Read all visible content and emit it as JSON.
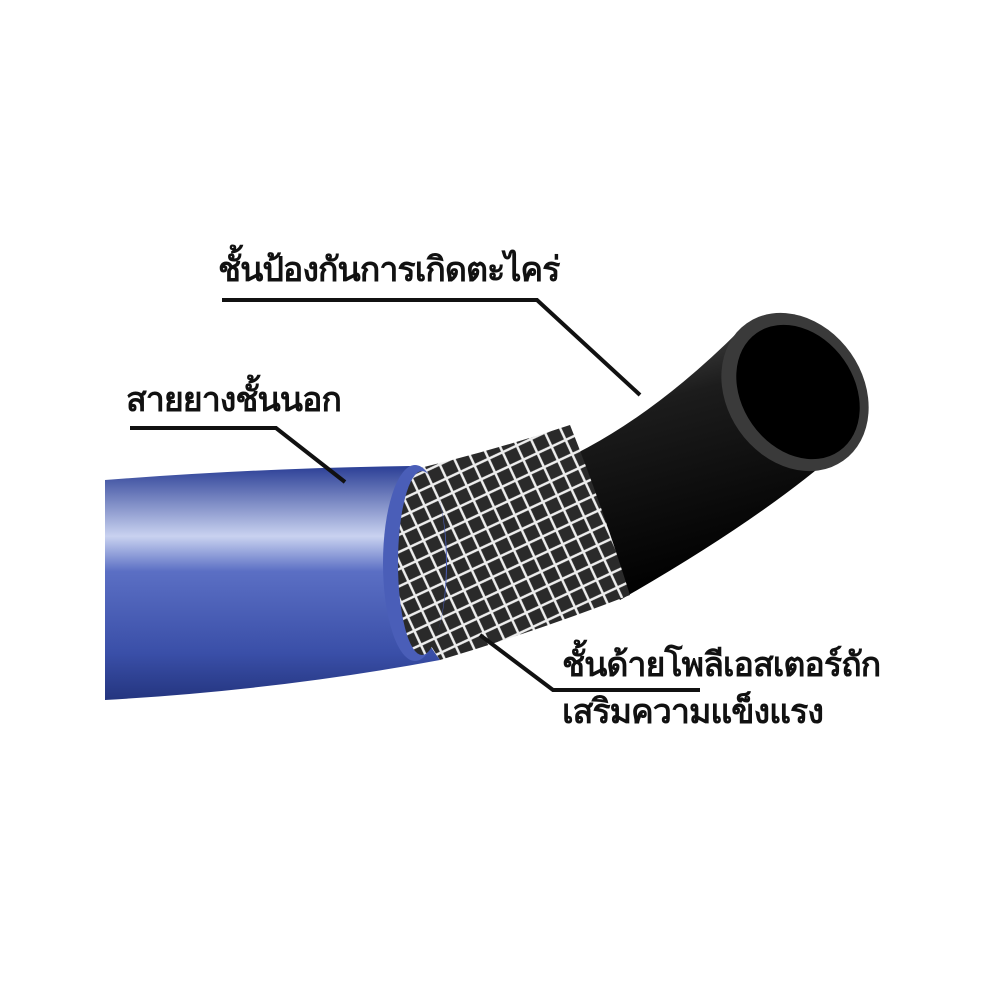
{
  "labels": {
    "anti_moss_layer": "ชั้นป้องกันการเกิดตะไคร่",
    "outer_hose": "สายยางชั้นนอก",
    "polyester_layer_line1": "ชั้นด้ายโพลีเอสเตอร์ถัก",
    "polyester_layer_line2": "เสริมความแข็งแรง"
  },
  "colors": {
    "outer_hose": "#3a4fa8",
    "inner_tube": "#1c1c1c",
    "mesh": "#e8e8e8"
  }
}
